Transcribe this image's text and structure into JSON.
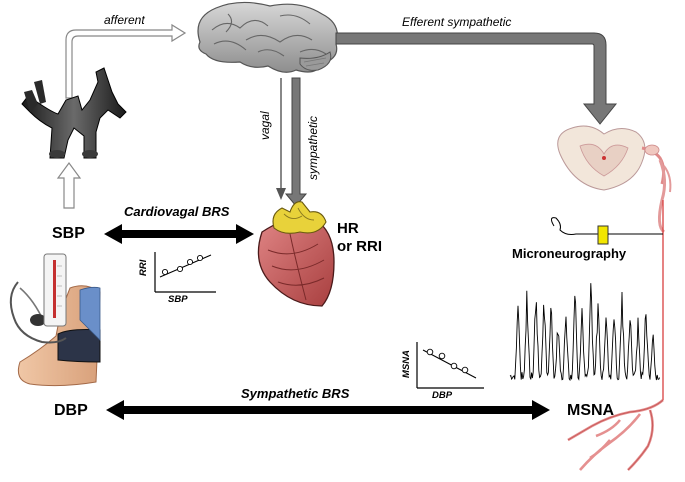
{
  "labels": {
    "afferent": "afferent",
    "efferent_sympathetic": "Efferent sympathetic",
    "vagal": "vagal",
    "sympathetic": "sympathetic",
    "cardiovagal_brs": "Cardiovagal BRS",
    "sympathetic_brs": "Sympathetic BRS",
    "sbp": "SBP",
    "dbp": "DBP",
    "hr_rri_line1": "HR",
    "hr_rri_line2": "or RRI",
    "microneurography": "Microneurography",
    "msna": "MSNA"
  },
  "mini_plots": {
    "cardiovagal": {
      "ylabel": "RRI",
      "xlabel": "SBP",
      "trend": "positive"
    },
    "sympathetic": {
      "ylabel": "MSNA",
      "xlabel": "DBP",
      "trend": "negative"
    }
  },
  "colors": {
    "arrow_black": "#000000",
    "arrow_gray": "#777777",
    "nerve_red": "#d94040",
    "brain_gray": "#a9a9a9",
    "heart_red": "#c85a5a",
    "heart_yellow": "#e8d23a",
    "electrode_yellow": "#f2e600"
  },
  "icons": [
    "brain-icon",
    "carotid-sinus-icon",
    "heart-icon",
    "spinal-cord-icon",
    "electrode-icon",
    "bp-cuff-icon",
    "nerve-fiber-icon"
  ]
}
